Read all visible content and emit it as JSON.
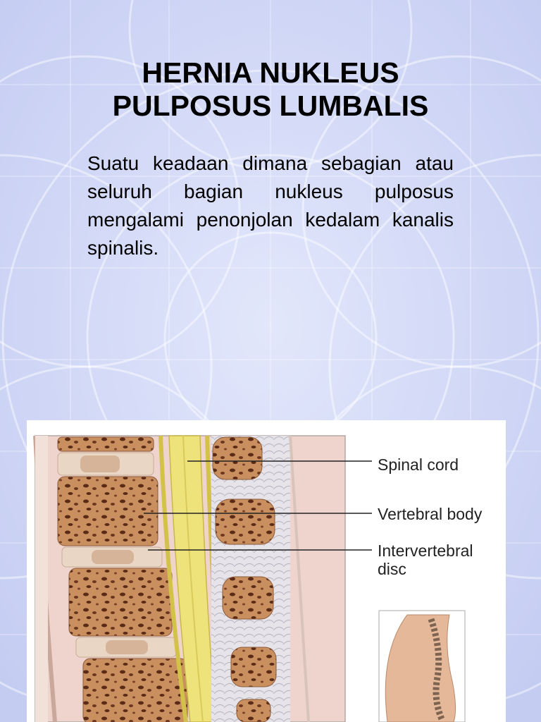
{
  "slide": {
    "title_lines": [
      "HERNIA NUKLEUS",
      "PULPOSUS LUMBALIS"
    ],
    "body": "Suatu keadaan dimana sebagian atau seluruh bagian nukleus pulposus mengalami penonjolan kedalam kanalis spinalis."
  },
  "figure": {
    "labels": {
      "spinal_cord": "Spinal cord",
      "vertebral_body": "Vertebral body",
      "intervertebral_disc": [
        "Intervertebral",
        "disc"
      ]
    }
  },
  "colors": {
    "background": "#cfd6f6",
    "pattern": "#ffffff",
    "bone": "#c98f5e",
    "spinal_cord": "#eee27a",
    "disc": "#ead6c4",
    "tissue": "#eed4cc"
  }
}
